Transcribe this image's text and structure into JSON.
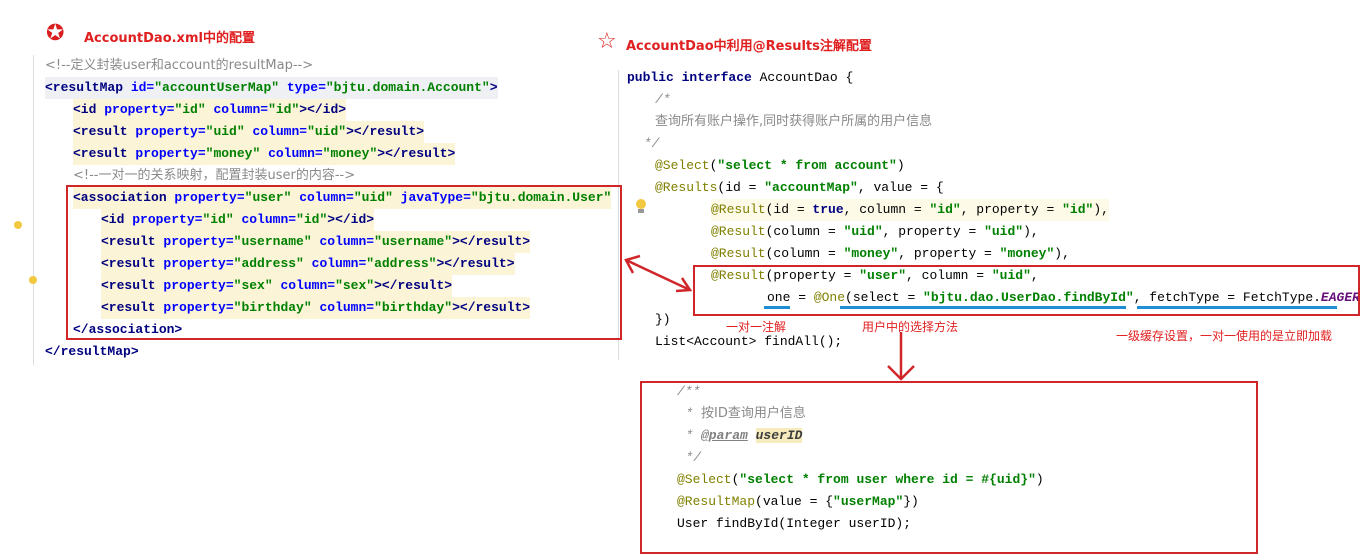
{
  "left": {
    "title": "AccountDao.xml中的配置",
    "lines": [
      {
        "indent": 0,
        "style": "",
        "tokens": [
          [
            "cmz",
            "<!--定义封装user和account的resultMap-->"
          ]
        ]
      },
      {
        "indent": 0,
        "style": "sel",
        "tokens": [
          [
            "tag",
            "<resultMap "
          ],
          [
            "attr",
            "id="
          ],
          [
            "val",
            "\"accountUserMap\" "
          ],
          [
            "attr",
            "type="
          ],
          [
            "val",
            "\"bjtu.domain.Account\""
          ],
          [
            "tag",
            ">"
          ]
        ]
      },
      {
        "indent": 1,
        "style": "hl",
        "tokens": [
          [
            "tag",
            "<id "
          ],
          [
            "attr",
            "property="
          ],
          [
            "val",
            "\"id\" "
          ],
          [
            "attr",
            "column="
          ],
          [
            "val",
            "\"id\""
          ],
          [
            "tag",
            "></id>"
          ]
        ]
      },
      {
        "indent": 1,
        "style": "hl",
        "tokens": [
          [
            "tag",
            "<result "
          ],
          [
            "attr",
            "property="
          ],
          [
            "val",
            "\"uid\" "
          ],
          [
            "attr",
            "column="
          ],
          [
            "val",
            "\"uid\""
          ],
          [
            "tag",
            "></result>"
          ]
        ]
      },
      {
        "indent": 1,
        "style": "hl",
        "tokens": [
          [
            "tag",
            "<result "
          ],
          [
            "attr",
            "property="
          ],
          [
            "val",
            "\"money\" "
          ],
          [
            "attr",
            "column="
          ],
          [
            "val",
            "\"money\""
          ],
          [
            "tag",
            "></result>"
          ]
        ]
      },
      {
        "indent": 1,
        "style": "",
        "tokens": [
          [
            "cmz",
            "<!--一对一的关系映射，配置封装user的内容-->"
          ]
        ]
      },
      {
        "indent": 1,
        "style": "hl",
        "tokens": [
          [
            "tag",
            "<association "
          ],
          [
            "attr",
            "property="
          ],
          [
            "val",
            "\"user\" "
          ],
          [
            "attr",
            "column="
          ],
          [
            "val",
            "\"uid\" "
          ],
          [
            "attr",
            "javaType="
          ],
          [
            "val",
            "\"bjtu.domain.User\""
          ]
        ]
      },
      {
        "indent": 2,
        "style": "hl",
        "tokens": [
          [
            "tag",
            "<id "
          ],
          [
            "attr",
            "property="
          ],
          [
            "val",
            "\"id\" "
          ],
          [
            "attr",
            "column="
          ],
          [
            "val",
            "\"id\""
          ],
          [
            "tag",
            "></id>"
          ]
        ]
      },
      {
        "indent": 2,
        "style": "hl",
        "tokens": [
          [
            "tag",
            "<result "
          ],
          [
            "attr",
            "property="
          ],
          [
            "val",
            "\"username\" "
          ],
          [
            "attr",
            "column="
          ],
          [
            "val",
            "\"username\""
          ],
          [
            "tag",
            "></result>"
          ]
        ]
      },
      {
        "indent": 2,
        "style": "hl",
        "tokens": [
          [
            "tag",
            "<result "
          ],
          [
            "attr",
            "property="
          ],
          [
            "val",
            "\"address\" "
          ],
          [
            "attr",
            "column="
          ],
          [
            "val",
            "\"address\""
          ],
          [
            "tag",
            "></result>"
          ]
        ]
      },
      {
        "indent": 2,
        "style": "hl",
        "tokens": [
          [
            "tag",
            "<result "
          ],
          [
            "attr",
            "property="
          ],
          [
            "val",
            "\"sex\" "
          ],
          [
            "attr",
            "column="
          ],
          [
            "val",
            "\"sex\""
          ],
          [
            "tag",
            "></result>"
          ]
        ]
      },
      {
        "indent": 2,
        "style": "hl",
        "tokens": [
          [
            "tag",
            "<result "
          ],
          [
            "attr",
            "property="
          ],
          [
            "val",
            "\"birthday\" "
          ],
          [
            "attr",
            "column="
          ],
          [
            "val",
            "\"birthday\""
          ],
          [
            "tag",
            "></result>"
          ]
        ]
      },
      {
        "indent": 1,
        "style": "",
        "tokens": [
          [
            "tag",
            "</association>"
          ]
        ]
      },
      {
        "indent": 0,
        "style": "",
        "tokens": [
          [
            "tag",
            "</resultMap>"
          ]
        ]
      }
    ]
  },
  "right": {
    "title": "AccountDao中利用@Results注解配置",
    "lines": [
      {
        "indent": 0,
        "style": "",
        "tokens": [
          [
            "kw",
            "public interface "
          ],
          [
            "pl",
            "AccountDao {"
          ]
        ]
      },
      {
        "indent": 1,
        "style": "",
        "tokens": [
          [
            "cm",
            "/*"
          ]
        ]
      },
      {
        "indent": 1,
        "style": "",
        "tokens": [
          [
            "cmz",
            "查询所有账户操作,同时获得账户所属的用户信息"
          ]
        ]
      },
      {
        "indent": 0.6,
        "style": "",
        "tokens": [
          [
            "cm",
            "*/"
          ]
        ]
      },
      {
        "indent": 1,
        "style": "",
        "tokens": [
          [
            "an",
            "@Select"
          ],
          [
            "pl",
            "("
          ],
          [
            "val",
            "\"select * from account\""
          ],
          [
            "pl",
            ")"
          ]
        ]
      },
      {
        "indent": 1,
        "style": "",
        "tokens": [
          [
            "an",
            "@Results"
          ],
          [
            "pl",
            "(id = "
          ],
          [
            "val",
            "\"accountMap\""
          ],
          [
            "pl",
            ", value = {"
          ]
        ]
      },
      {
        "indent": 3,
        "style": "cur",
        "tokens": [
          [
            "an",
            "@Result"
          ],
          [
            "pl",
            "(id = "
          ],
          [
            "kw",
            "true"
          ],
          [
            "pl",
            ", column = "
          ],
          [
            "val",
            "\"id\""
          ],
          [
            "pl",
            ", property = "
          ],
          [
            "val",
            "\"id\""
          ],
          [
            "pl",
            "),"
          ]
        ]
      },
      {
        "indent": 3,
        "style": "",
        "tokens": [
          [
            "an",
            "@Result"
          ],
          [
            "pl",
            "(column = "
          ],
          [
            "val",
            "\"uid\""
          ],
          [
            "pl",
            ", property = "
          ],
          [
            "val",
            "\"uid\""
          ],
          [
            "pl",
            "),"
          ]
        ]
      },
      {
        "indent": 3,
        "style": "",
        "tokens": [
          [
            "an",
            "@Result"
          ],
          [
            "pl",
            "(column = "
          ],
          [
            "val",
            "\"money\""
          ],
          [
            "pl",
            ", property = "
          ],
          [
            "val",
            "\"money\""
          ],
          [
            "pl",
            "),"
          ]
        ]
      },
      {
        "indent": 3,
        "style": "",
        "tokens": [
          [
            "an",
            "@Result"
          ],
          [
            "pl",
            "(property = "
          ],
          [
            "val",
            "\"user\""
          ],
          [
            "pl",
            ", column = "
          ],
          [
            "val",
            "\"uid\""
          ],
          [
            "pl",
            ","
          ]
        ]
      },
      {
        "indent": 5,
        "style": "",
        "tokens": [
          [
            "pl",
            "one = "
          ],
          [
            "an",
            "@One"
          ],
          [
            "pl",
            "(select = "
          ],
          [
            "val",
            "\"bjtu.dao.UserDao.findById\""
          ],
          [
            "pl",
            ", fetchType = FetchType."
          ],
          [
            "it",
            "EAGER"
          ],
          [
            "pl",
            "))"
          ]
        ]
      },
      {
        "indent": 1,
        "style": "",
        "tokens": [
          [
            "pl",
            "})"
          ]
        ]
      },
      {
        "indent": 1,
        "style": "",
        "tokens": [
          [
            "pl",
            "List<Account> findAll();"
          ]
        ]
      }
    ],
    "notes": {
      "one_to_one": "一对一注解",
      "select_method": "用户中的选择方法",
      "fetch_type": "一级缓存设置，一对一使用的是立即加载"
    }
  },
  "bottom": {
    "lines": [
      {
        "indent": 0,
        "style": "",
        "tokens": [
          [
            "cm",
            "/**"
          ]
        ]
      },
      {
        "indent": 0.3,
        "style": "",
        "tokens": [
          [
            "cm",
            "* "
          ],
          [
            "cmz",
            "按ID查询用户信息"
          ]
        ]
      },
      {
        "indent": 0.3,
        "style": "",
        "tokens": [
          [
            "cm",
            "* "
          ],
          [
            "tagd",
            "@param"
          ],
          [
            "cm",
            " "
          ],
          [
            "prm",
            "userID"
          ]
        ]
      },
      {
        "indent": 0.3,
        "style": "",
        "tokens": [
          [
            "cm",
            "*/"
          ]
        ]
      },
      {
        "indent": 0,
        "style": "",
        "tokens": [
          [
            "an",
            "@Select"
          ],
          [
            "pl",
            "("
          ],
          [
            "val",
            "\"select * from user where id = #{uid}\""
          ],
          [
            "pl",
            ")"
          ]
        ]
      },
      {
        "indent": 0,
        "style": "",
        "tokens": [
          [
            "an",
            "@ResultMap"
          ],
          [
            "pl",
            "(value = {"
          ],
          [
            "val",
            "\"userMap\""
          ],
          [
            "pl",
            "})"
          ]
        ]
      },
      {
        "indent": 0,
        "style": "",
        "tokens": [
          [
            "pl",
            "User findById(Integer userID);"
          ]
        ]
      }
    ]
  },
  "colors": {
    "annotation_red": "#d0262a",
    "underline_blue": "#1e8fd6"
  }
}
